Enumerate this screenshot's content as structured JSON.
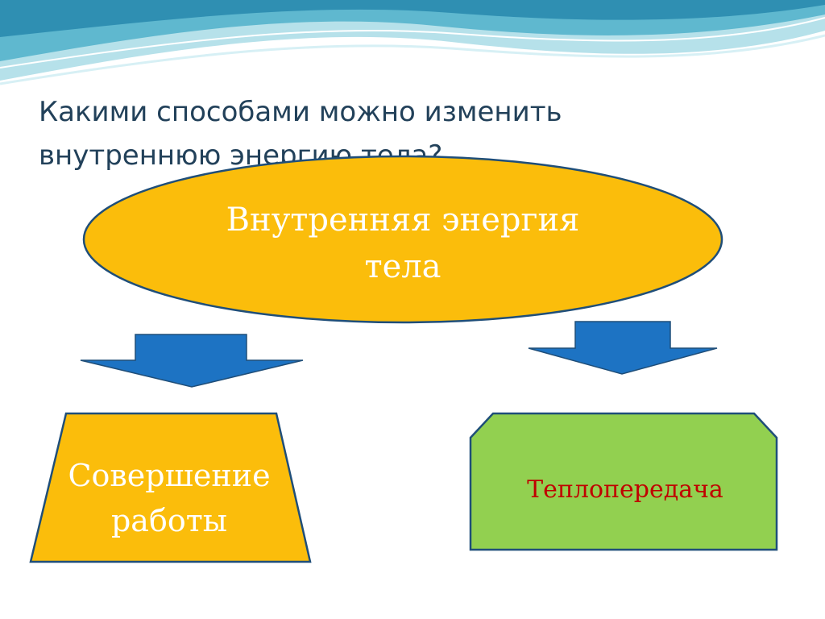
{
  "slide": {
    "title_line1": "Какими способами  можно изменить",
    "title_line2": "внутреннюю энергию тела?"
  },
  "diagram": {
    "center": "Внутренняя энергия тела",
    "center_line1": "Внутренняя энергия",
    "center_line2": "тела",
    "left_line1": "Совершение",
    "left_line2": "работы",
    "right": "Теплопередача"
  },
  "colors": {
    "ellipse_fill": "#fbbd0b",
    "trapezoid_fill": "#fbbd0b",
    "right_box_fill": "#92d050",
    "arrow_fill": "#1d73c3",
    "shape_outline": "#1f4e79",
    "right_text": "#c00000",
    "title_text": "#22415a"
  }
}
